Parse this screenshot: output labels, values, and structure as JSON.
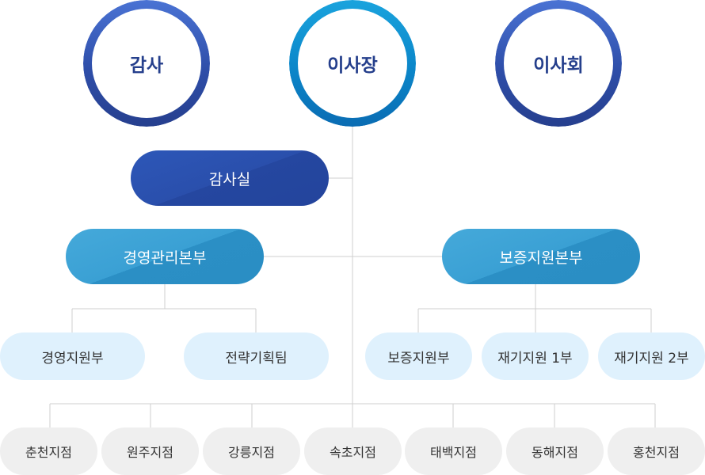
{
  "top": {
    "audit": "감사",
    "chairman": "이사장",
    "board": "이사회"
  },
  "audit_office": "감사실",
  "divisions": {
    "management": "경영관리본부",
    "guarantee": "보증지원본부"
  },
  "teams": {
    "management_support": "경영지원부",
    "strategy_planning": "전략기획팀",
    "guarantee_support": "보증지원부",
    "restart_support_1": "재기지원 1부",
    "restart_support_2": "재기지원 2부"
  },
  "branches": [
    "춘천지점",
    "원주지점",
    "강릉지점",
    "속초지점",
    "태백지점",
    "동해지점",
    "홍천지점"
  ],
  "colors": {
    "dark_blue": "#2a4fac",
    "mid_blue": "#3aa0d4",
    "light_team": "#dff1fd",
    "branch_gray": "#efefef",
    "line_gray": "#cfcfcf",
    "text_navy": "#253f8c"
  }
}
